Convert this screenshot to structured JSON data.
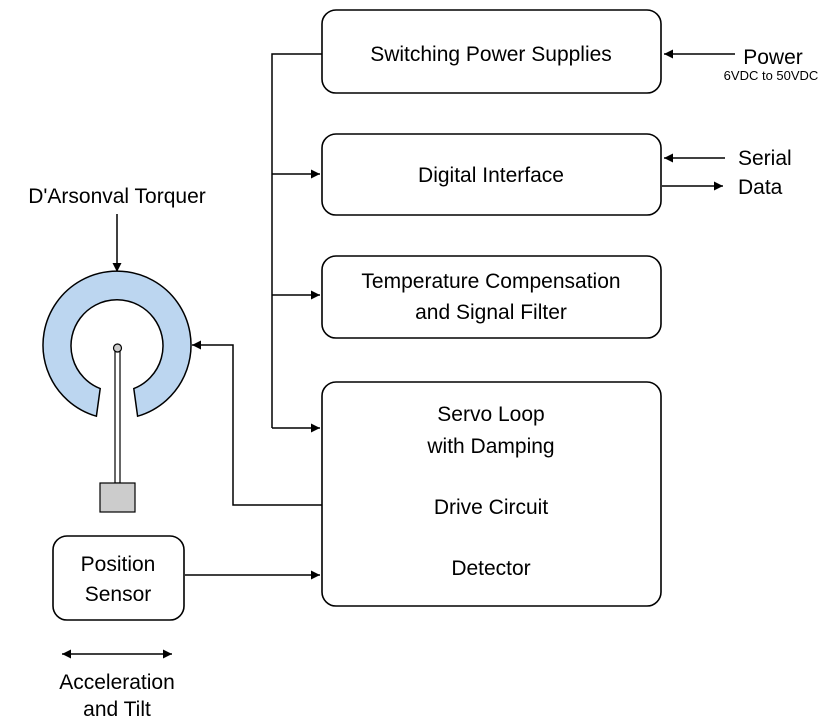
{
  "colors": {
    "torquer_ring": "#bcd6f0",
    "pendulum_mass": "#cccccc",
    "stroke": "#000000"
  },
  "labels": {
    "torquer": "D'Arsonval Torquer",
    "power": "Power",
    "power_range": "6VDC to 50VDC",
    "serial_1": "Serial",
    "serial_2": "Data",
    "accel_1": "Acceleration",
    "accel_2": "and Tilt"
  },
  "boxes": {
    "power_supply": "Switching Power Supplies",
    "digital_interface": "Digital Interface",
    "temp_comp_1": "Temperature Compensation",
    "temp_comp_2": "and Signal Filter",
    "servo_1": "Servo Loop",
    "servo_2": "with Damping",
    "drive": "Drive Circuit",
    "detector": "Detector",
    "position_1": "Position",
    "position_2": "Sensor"
  }
}
